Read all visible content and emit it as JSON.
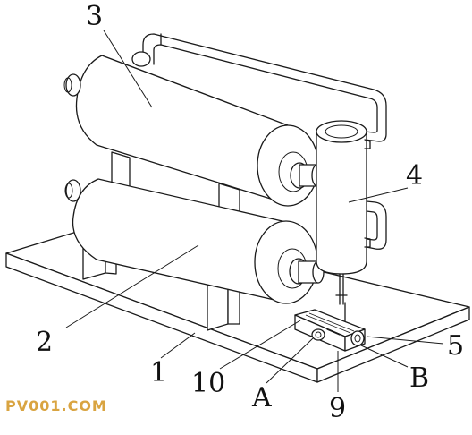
{
  "callouts": {
    "c1": "1",
    "c2": "2",
    "c3": "3",
    "c4": "4",
    "c5": "5",
    "c9": "9",
    "c10": "10",
    "cA": "A",
    "cB": "B"
  },
  "watermark": "PV001.COM",
  "colors": {
    "line": "#1a1a1a",
    "background": "#ffffff",
    "watermark": "#d9a441"
  }
}
